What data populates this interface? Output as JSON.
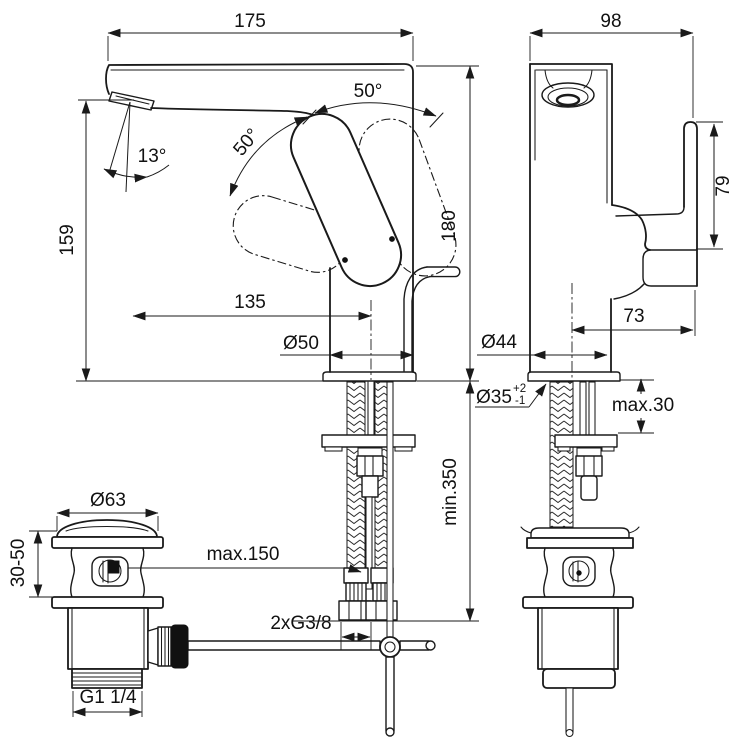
{
  "colors": {
    "background": "#ffffff",
    "ink": "#1a1a1a"
  },
  "dims": {
    "front": {
      "overall_width": "175",
      "spout_height": "159",
      "aerator_angle": "13°",
      "swing_left": "50°",
      "swing_right": "50°",
      "spout_reach": "135",
      "base_diameter": "Ø50",
      "body_height": "180"
    },
    "side": {
      "overall_depth": "98",
      "lever_height": "79",
      "lever_reach": "73",
      "base_diameter": "Ø44",
      "hole_diameter": "Ø35",
      "hole_tol_plus": "+2",
      "hole_tol_minus": "-1",
      "deck_thickness": "max.30"
    },
    "install": {
      "hose_length": "min.350",
      "rod_reach": "max.150",
      "supply_thread": "2xG3/8",
      "waste_thread": "G1 1/4",
      "plug_diameter": "Ø63",
      "clamp_range": "30-50"
    }
  }
}
